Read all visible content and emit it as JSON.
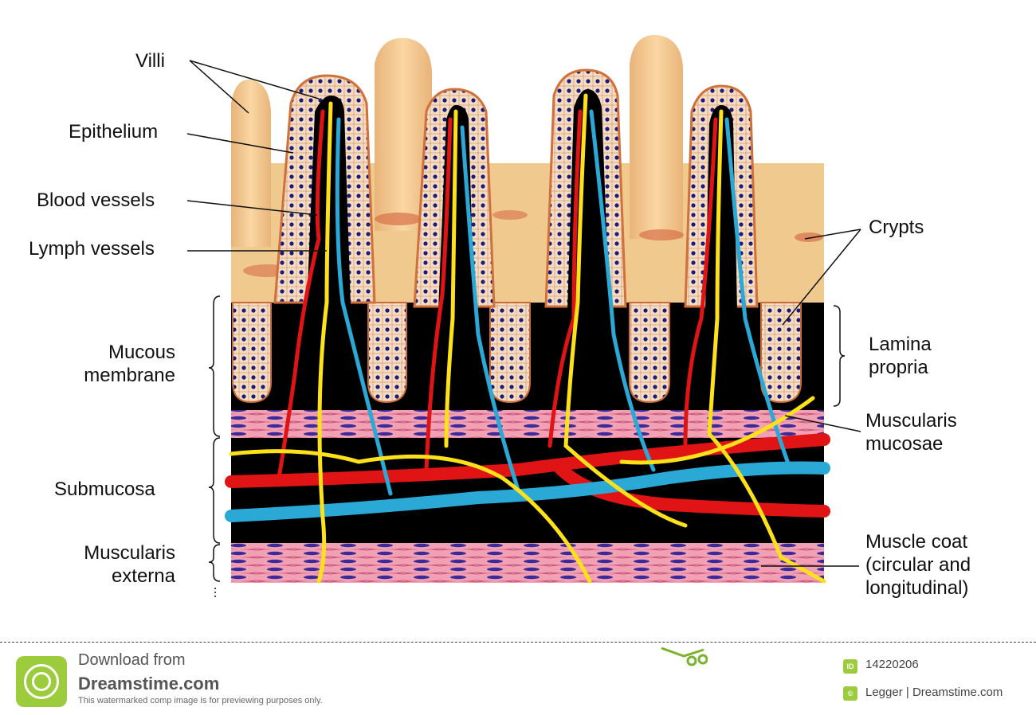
{
  "labels": {
    "villi": "Villi",
    "epithelium": "Epithelium",
    "blood_vessels": "Blood vessels",
    "lymph_vessels": "Lymph vessels",
    "mucous_membrane": "Mucous\nmembrane",
    "submucosa": "Submucosa",
    "muscularis_externa": "Muscularis\nexterna",
    "crypts": "Crypts",
    "lamina_propria": "Lamina\npropria",
    "muscularis_mucosae": "Muscularis\nmucosae",
    "muscle_coat": "Muscle coat\n(circular and\nlongitudinal)"
  },
  "footer": {
    "download_text": "Download from",
    "brand_text": "Dreamstime.com",
    "note_text": "This watermarked comp image is for previewing purposes only.",
    "id_badge": "ID",
    "image_id": "14220206",
    "credit": "Legger | Dreamstime.com"
  },
  "colors": {
    "tissue": "#f0c98e",
    "villus": "#f3c58e",
    "cell": "#f6dcc0",
    "nucleus": "#1a1a7a",
    "artery": "#e01414",
    "vein": "#2aa8d6",
    "lymph": "#ffe11a",
    "muscle": "#f2a0b4",
    "background_tissue": "#000000",
    "brand_green": "#9ccc3c"
  }
}
